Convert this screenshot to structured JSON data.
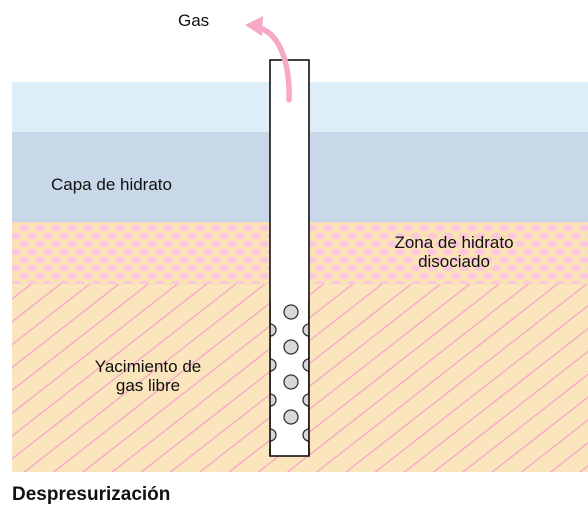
{
  "labels": {
    "gas": "Gas",
    "hydrate_layer": "Capa de hidrato",
    "dissociated_zone": "Zona de hidrato\ndisociado",
    "free_gas_reservoir": "Yacimiento de\ngas libre"
  },
  "title": "Despresurización",
  "colors": {
    "sky_band": "#ddeef8",
    "hydrate_layer": "#c9d8e8",
    "dissociated_zone": "#fbe2b4",
    "bubbles": "#fbc8dc",
    "reservoir": "#fbe5bc",
    "hatch": "#f4a4c8",
    "arrow": "#f7a8c8",
    "well": "#ffffff"
  }
}
